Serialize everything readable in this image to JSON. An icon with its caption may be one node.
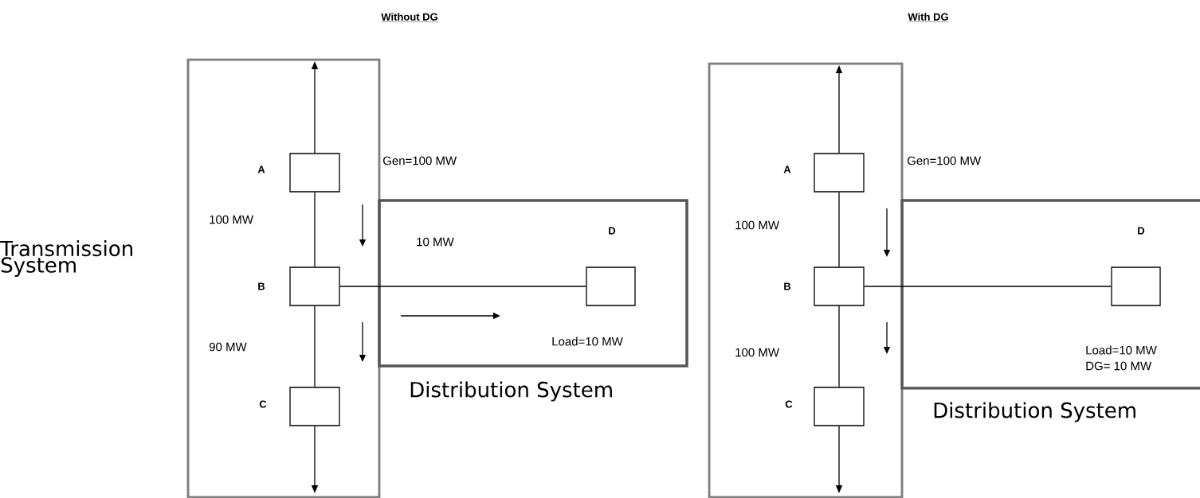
{
  "diagram": {
    "nodes": [
      {
        "text": [
          "Transmission System"
        ]
      },
      {
        "text": [
          "A"
        ],
        "beside": [
          "Gen=100 MW"
        ],
        "in": 0
      },
      {
        "text": [
          "B"
        ],
        "in": 0
      },
      {
        "text": [
          "C"
        ],
        "in": 0
      },
      {
        "text": [
          "Distribution System"
        ]
      },
      {
        "text": [
          "D"
        ],
        "beside": [
          "Load=10 MW"
        ],
        "in": 4
      },
      {
        "text": [],
        "shape": "box"
      },
      {
        "text": [
          "A"
        ],
        "beside": [
          "Gen=100 MW"
        ],
        "in": 6
      },
      {
        "text": [
          "B"
        ],
        "in": 6
      },
      {
        "text": [
          "C"
        ],
        "in": 6
      },
      {
        "text": [
          "Distribution System"
        ]
      },
      {
        "text": [
          "D"
        ],
        "beside": [
          "Load=10 MW",
          "DG= 10 MW"
        ],
        "in": 10
      }
    ],
    "edges": [
      {
        "from": 1,
        "to": null,
        "arrow": "to"
      },
      {
        "from": 1,
        "to": 2,
        "arrow": "none"
      },
      {
        "from": 2,
        "to": 3,
        "arrow": "none"
      },
      {
        "from": 3,
        "to": null,
        "arrow": "to"
      },
      {
        "from": 2,
        "to": 5,
        "arrow": "none"
      },
      {
        "from": 7,
        "to": null,
        "arrow": "to"
      },
      {
        "from": 7,
        "to": 8,
        "arrow": "none"
      },
      {
        "from": 8,
        "to": 9,
        "arrow": "none"
      },
      {
        "from": 9,
        "to": null,
        "arrow": "to"
      },
      {
        "from": 8,
        "to": 11,
        "arrow": "none"
      }
    ],
    "labels": [
      "Without DG",
      "With DG",
      "100 MW",
      "90 MW",
      "10 MW",
      "100 MW",
      "100 MW"
    ]
  }
}
